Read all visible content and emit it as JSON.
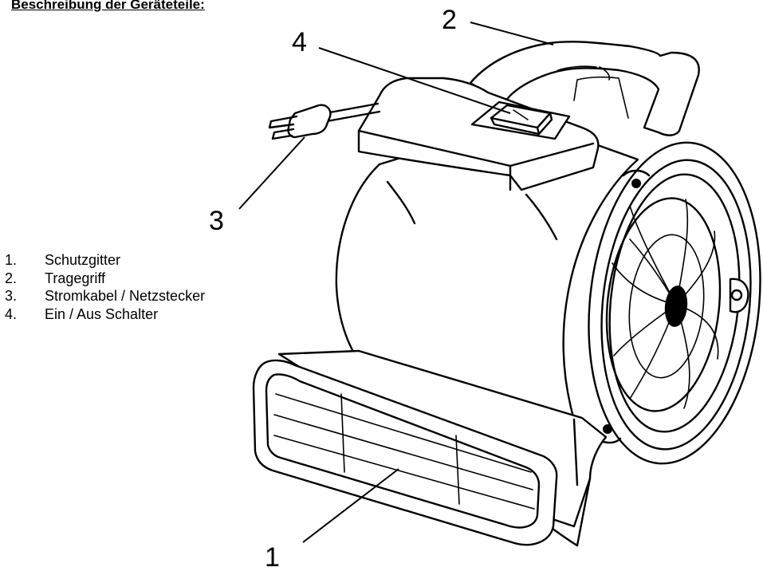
{
  "heading": "Beschreibung der Geräteteile:",
  "parts": [
    {
      "number": "1.",
      "label": "Schutzgitter"
    },
    {
      "number": "2.",
      "label": "Tragegriff"
    },
    {
      "number": "3.",
      "label": "Stromkabel / Netzstecker"
    },
    {
      "number": "4.",
      "label": "Ein / Aus Schalter"
    }
  ],
  "callouts": {
    "c1": "1",
    "c2": "2",
    "c3": "3",
    "c4": "4"
  }
}
